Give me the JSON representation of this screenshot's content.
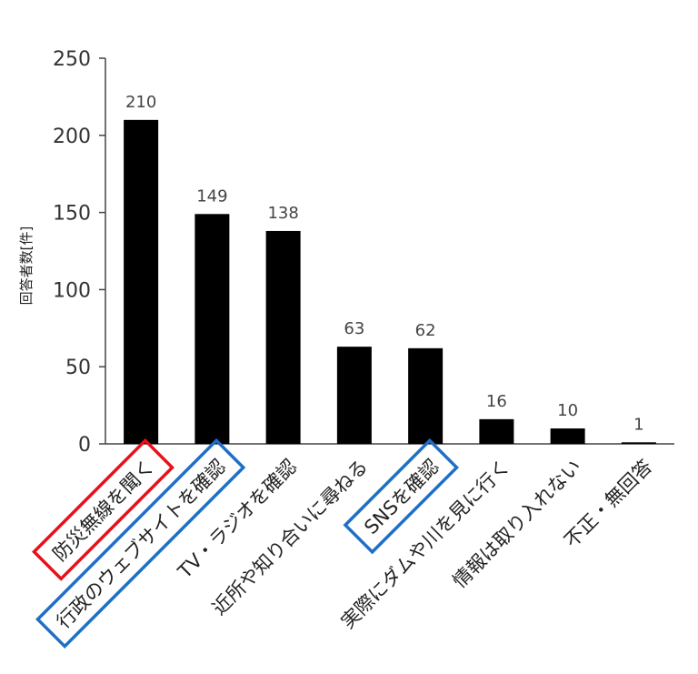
{
  "chart_data": {
    "type": "bar",
    "ylabel": "回答者数[件]",
    "ylim": [
      0,
      250
    ],
    "yticks": [
      0,
      50,
      100,
      150,
      200,
      250
    ],
    "grid": false,
    "categories": [
      "防災無線を聞く",
      "行政のウェブサイトを確認",
      "TV・ラジオを確認",
      "近所や知り合いに尋ねる",
      "SNSを確認",
      "実際にダムや川を見に行く",
      "情報は取り入れない",
      "不正・無回答"
    ],
    "values": [
      210,
      149,
      138,
      63,
      62,
      16,
      10,
      1
    ],
    "bar_color": "#000000",
    "highlights": [
      {
        "category_index": 0,
        "color": "#e8111a"
      },
      {
        "category_index": 1,
        "color": "#1f6fc6"
      },
      {
        "category_index": 4,
        "color": "#1f6fc6"
      }
    ]
  }
}
